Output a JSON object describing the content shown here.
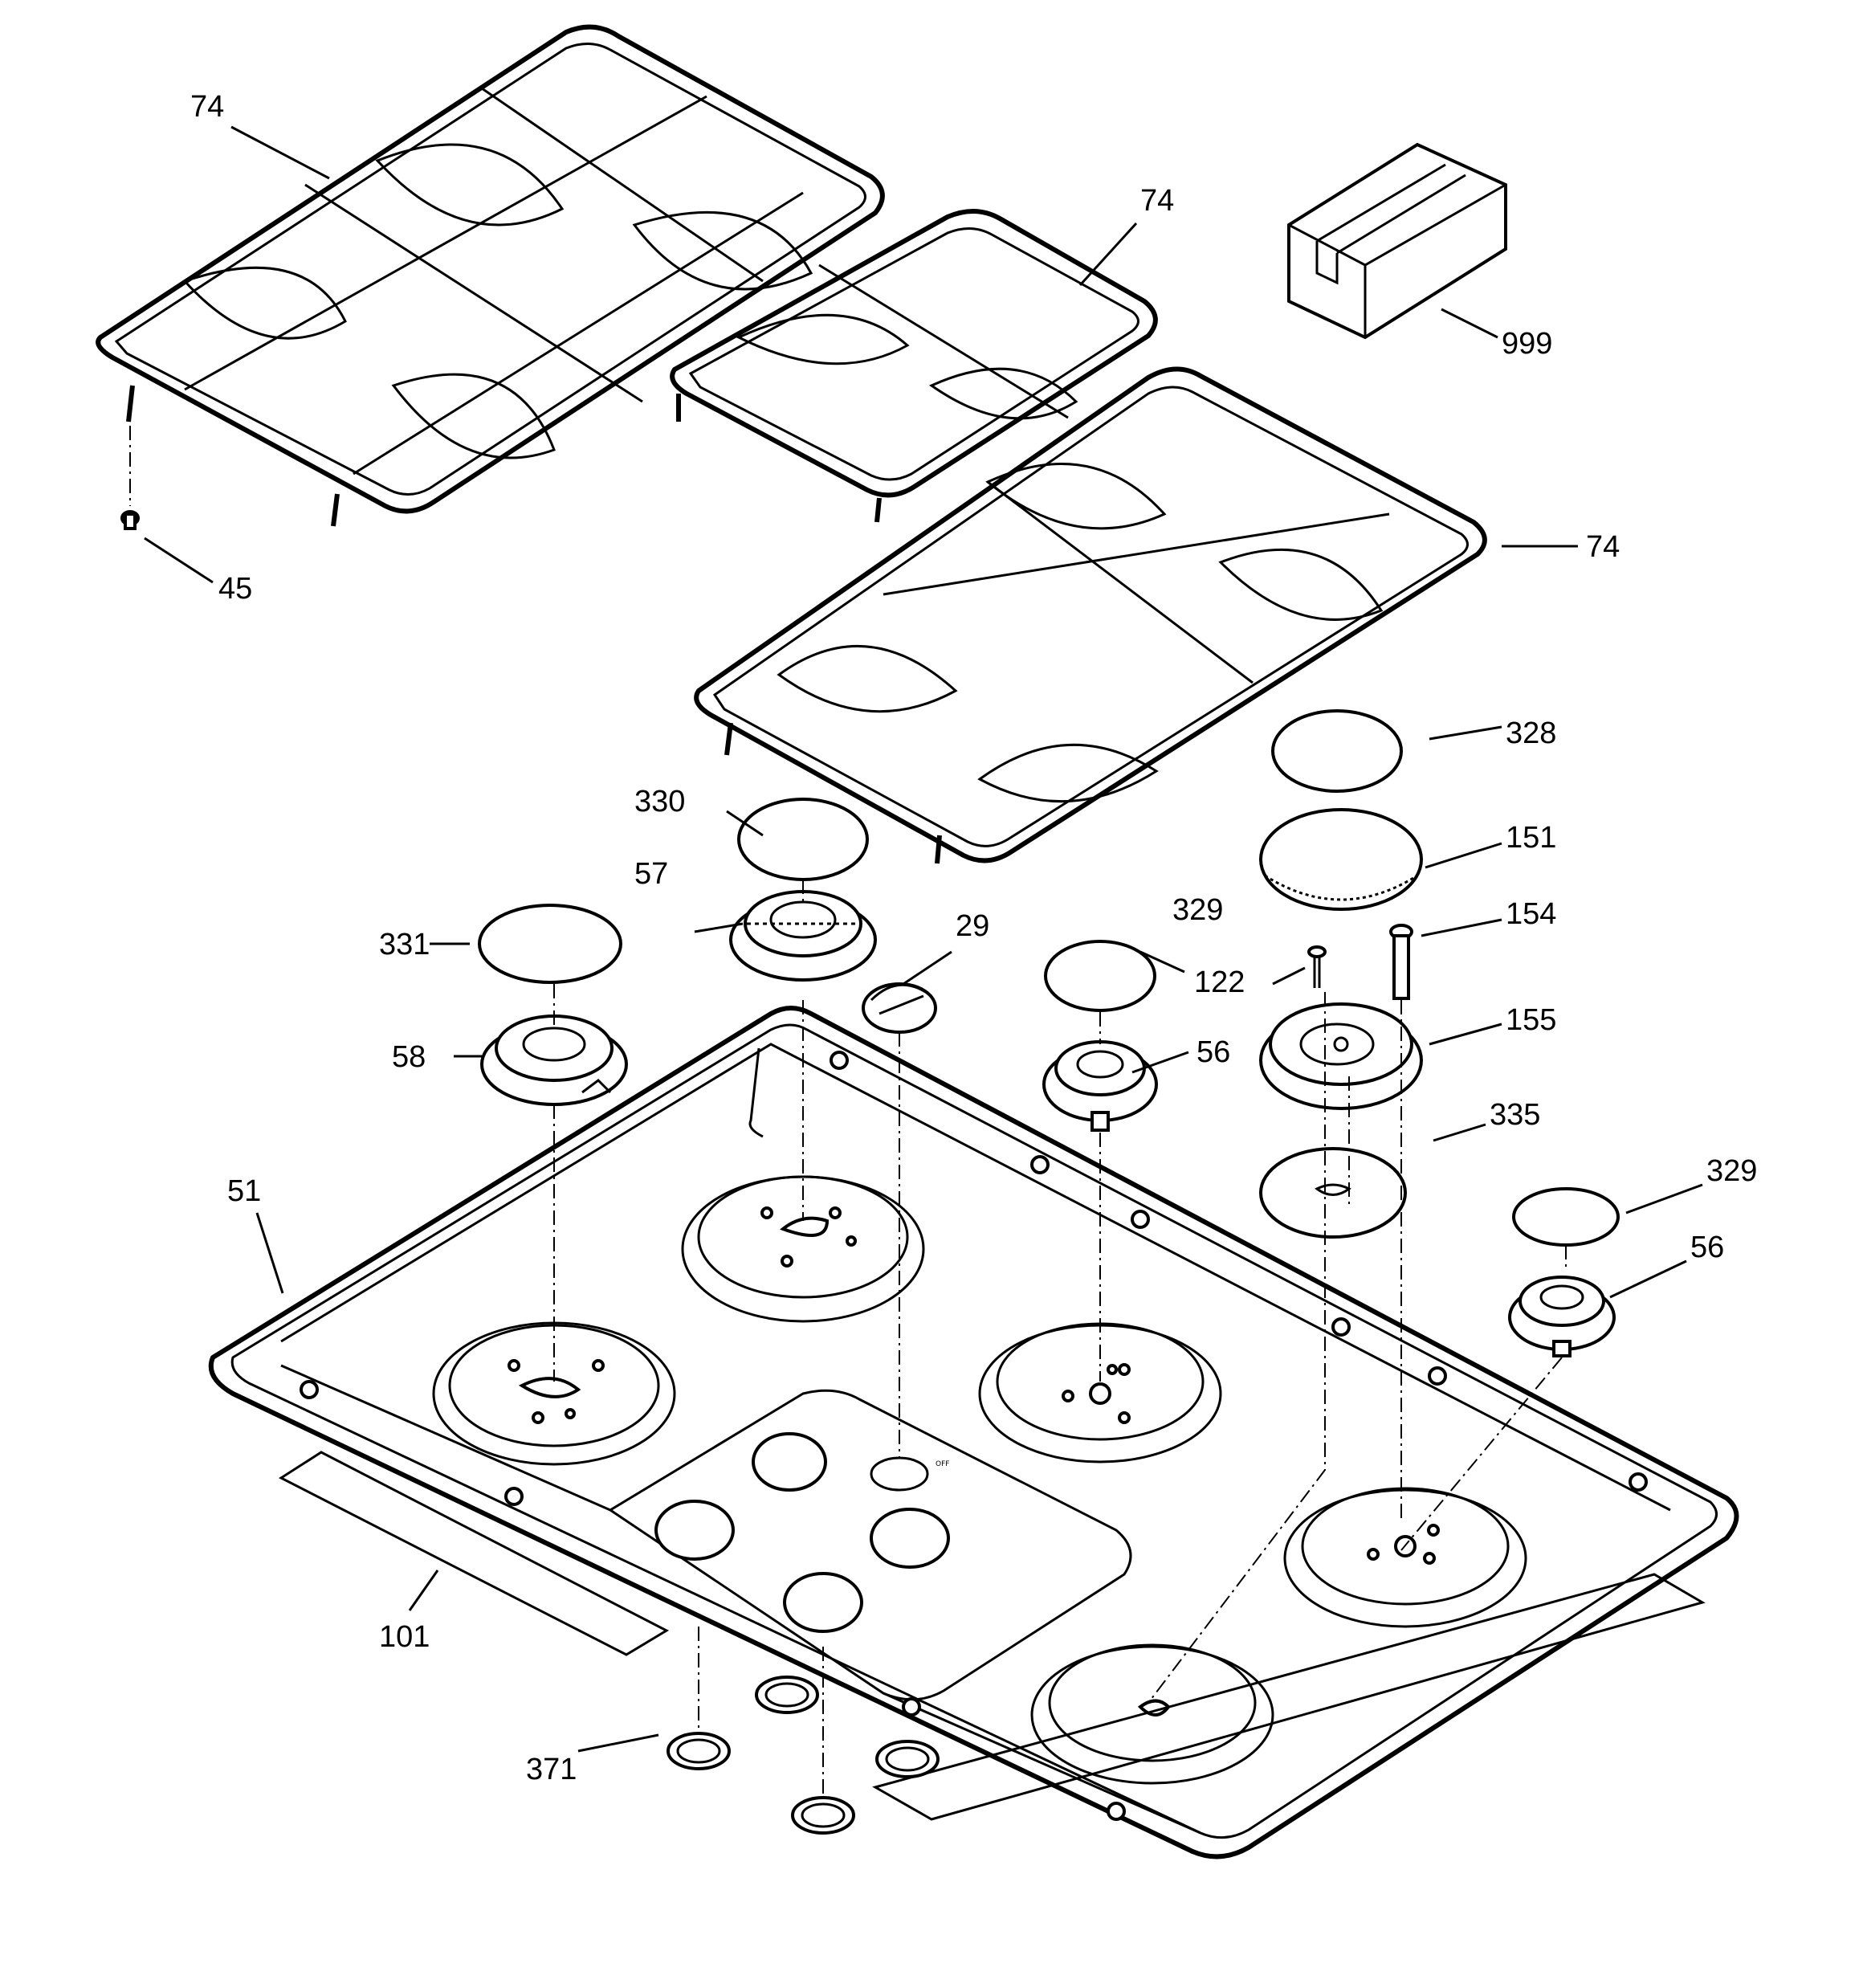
{
  "labels": {
    "grate_left": "74",
    "grate_middle": "74",
    "grate_right": "74",
    "box": "999",
    "screw_grate_foot": "45",
    "cap_328": "328",
    "cap_330": "330",
    "head_151": "151",
    "base_57": "57",
    "cap_329_mid": "329",
    "screw_154": "154",
    "cap_331": "331",
    "knob_29": "29",
    "screw_122": "122",
    "base_155": "155",
    "base_58": "58",
    "base_56_mid": "56",
    "plate_335": "335",
    "cap_329_right": "329",
    "cooktop_51": "51",
    "base_56_right": "56",
    "insulation_101": "101",
    "grommet_371": "371"
  },
  "control_panel": {
    "off_text": "OFF"
  }
}
